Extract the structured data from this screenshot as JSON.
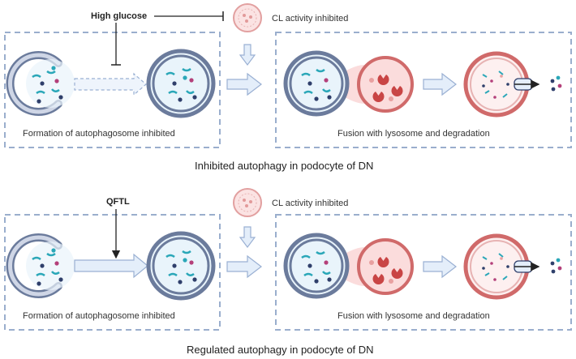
{
  "colors": {
    "dashed_box": "#9aaecd",
    "autophagosome_ring": "#6b7b9c",
    "autophagosome_fill": "#e9f4fb",
    "lysosome_ring": "#d06a6a",
    "lysosome_fill": "#fbdcdc",
    "arrow_fill": "#e4eefa",
    "arrow_stroke": "#9ab0d3",
    "cargo_teal": "#2aa7b8",
    "cargo_navy": "#2f3f6b",
    "cargo_magenta": "#b4407a",
    "enzyme_red": "#c94545"
  },
  "panels": [
    {
      "regulator": "High glucose",
      "cl_label": "CL activity inhibited",
      "left_caption": "Formation of autophagosome inhibited",
      "right_caption": "Fusion with lysosome and degradation",
      "bottom_caption": "Inhibited autophagy in podocyte of DN"
    },
    {
      "regulator": "QFTL",
      "cl_label": "CL activity inhibited",
      "left_caption": "Formation of autophagosome inhibited",
      "right_caption": "Fusion with lysosome and degradation",
      "bottom_caption": "Regulated autophagy in podocyte of DN"
    }
  ]
}
